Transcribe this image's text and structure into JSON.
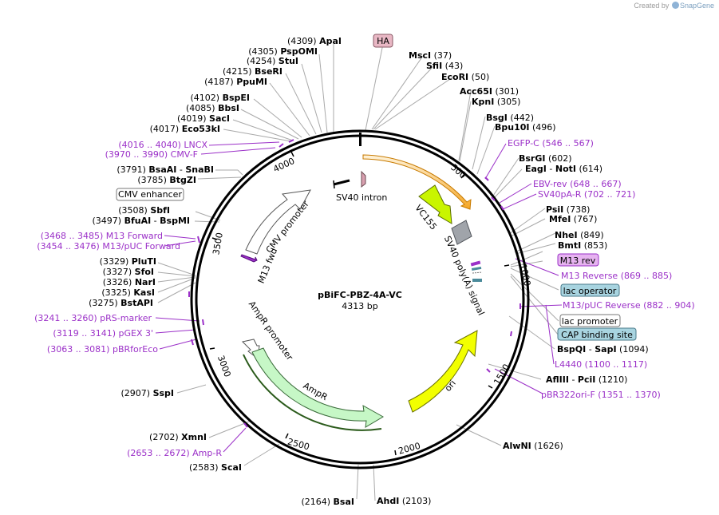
{
  "watermark": {
    "prefix": "Created by",
    "brand": "SnapGene"
  },
  "plasmid": {
    "name": "pBiFC-PBZ-4A-VC",
    "length": "4313 bp",
    "total": 4313
  },
  "colors": {
    "feature_text": "#9b30c8",
    "site_text": "#000000",
    "line": "#a9a9a9",
    "feature_line": "#9b30c8",
    "backbone": "#000000",
    "orf_orange": "#f5a623",
    "orf_green": "#c6f7c6",
    "orf_yellow": "#f2ff00",
    "vc155": "#c9f500"
  },
  "cut_sites": [
    {
      "pos": "(4309)",
      "name": "ApaI"
    },
    {
      "pos": "(4305)",
      "name": "PspOMI"
    },
    {
      "pos": "(4254)",
      "name": "StuI"
    },
    {
      "pos": "(4215)",
      "name": "BseRI"
    },
    {
      "pos": "(4187)",
      "name": "PpuMI"
    },
    {
      "pos": "(4102)",
      "name": "BspEI"
    },
    {
      "pos": "(4085)",
      "name": "BbsI"
    },
    {
      "pos": "(4019)",
      "name": "SacI"
    },
    {
      "pos": "(4017)",
      "name": "Eco53kI"
    },
    {
      "pos": "(3791)",
      "name": "BsaAI",
      "name2": "SnaBI"
    },
    {
      "pos": "(3785)",
      "name": "BtgZI"
    },
    {
      "pos": "(3508)",
      "name": "SbfI"
    },
    {
      "pos": "(3497)",
      "name": "BfuAI",
      "name2": "BspMI"
    },
    {
      "pos": "(3329)",
      "name": "PluTI"
    },
    {
      "pos": "(3327)",
      "name": "SfoI"
    },
    {
      "pos": "(3326)",
      "name": "NarI"
    },
    {
      "pos": "(3325)",
      "name": "KasI"
    },
    {
      "pos": "(3275)",
      "name": "BstAPI"
    },
    {
      "pos": "(2907)",
      "name": "SspI"
    },
    {
      "pos": "(2702)",
      "name": "XmnI"
    },
    {
      "pos": "(2583)",
      "name": "ScaI"
    },
    {
      "pos": "(2164)",
      "name": "BsaI"
    },
    {
      "name": "AhdI",
      "pos": "(2103)"
    },
    {
      "name": "AlwNI",
      "pos": "(1626)"
    },
    {
      "name": "AflIII",
      "name2": "PciI",
      "pos": "(1210)"
    },
    {
      "name": "BspQI",
      "name2": "SapI",
      "pos": "(1094)"
    },
    {
      "name": "BmtI",
      "pos": "(853)"
    },
    {
      "name": "NheI",
      "pos": "(849)"
    },
    {
      "name": "MfeI",
      "pos": "(767)"
    },
    {
      "name": "PsiI",
      "pos": "(738)"
    },
    {
      "name": "EagI",
      "name2": "NotI",
      "pos": "(614)"
    },
    {
      "name": "BsrGI",
      "pos": "(602)"
    },
    {
      "name": "Bpu10I",
      "pos": "(496)"
    },
    {
      "name": "BsgI",
      "pos": "(442)"
    },
    {
      "name": "KpnI",
      "pos": "(305)"
    },
    {
      "name": "Acc65I",
      "pos": "(301)"
    },
    {
      "name": "EcoRI",
      "pos": "(50)"
    },
    {
      "name": "SfiI",
      "pos": "(43)"
    },
    {
      "name": "MscI",
      "pos": "(37)"
    }
  ],
  "primer_labels": [
    {
      "range": "(4016 .. 4040)",
      "name": "LNCX"
    },
    {
      "range": "(3970 .. 3990)",
      "name": "CMV-F"
    },
    {
      "range": "(3468 .. 3485)",
      "name": "M13 Forward"
    },
    {
      "range": "(3454 .. 3476)",
      "name": "M13/pUC Forward"
    },
    {
      "range": "(3241 .. 3260)",
      "name": "pRS-marker"
    },
    {
      "range": "(3119 .. 3141)",
      "name": "pGEX 3'"
    },
    {
      "range": "(3063 .. 3081)",
      "name": "pBRforEco"
    },
    {
      "range": "(2653 .. 2672)",
      "name": "Amp-R"
    },
    {
      "name": "EGFP-C",
      "range": "(546 .. 567)"
    },
    {
      "name": "EBV-rev",
      "range": "(648 .. 667)"
    },
    {
      "name": "SV40pA-R",
      "range": "(702 .. 721)"
    },
    {
      "name": "M13 Reverse",
      "range": "(869 .. 885)"
    },
    {
      "name": "M13/pUC Reverse",
      "range": "(882 .. 904)"
    },
    {
      "name": "L4440",
      "range": "(1100 .. 1117)"
    },
    {
      "name": "pBR322ori-F",
      "range": "(1351 .. 1370)"
    }
  ],
  "boxed_labels": [
    {
      "name": "HA"
    },
    {
      "name": "CMV enhancer"
    },
    {
      "name": "M13 rev"
    },
    {
      "name": "lac operator"
    },
    {
      "name": "lac promoter"
    },
    {
      "name": "CAP binding site"
    }
  ],
  "feature_labels": {
    "sv40_intron": "SV40 intron",
    "vc155": "VC155",
    "sv40_polya": "SV40 poly(A) signal",
    "cmv_promoter": "CMV promoter",
    "m13_fwd": "M13 fwd",
    "ampr_promoter": "AmpR promoter",
    "ampr": "AmpR",
    "ori": "ori"
  },
  "ticks": [
    "4000",
    "3500",
    "3000",
    "2500",
    "2000",
    "1500",
    "1000",
    "500"
  ]
}
